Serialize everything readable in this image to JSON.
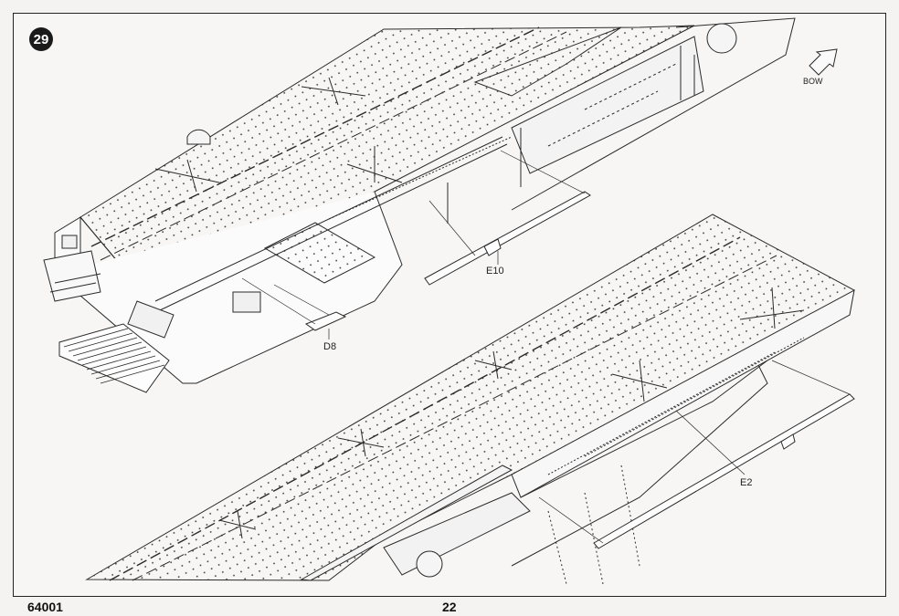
{
  "step_number": "29",
  "direction_label": "BOW",
  "parts": {
    "e10": "E10",
    "d8": "D8",
    "e2": "E2"
  },
  "footer": {
    "kit_number": "64001",
    "page_number": "22"
  },
  "colors": {
    "line": "#2a2a2a",
    "paper": "#f7f6f4"
  }
}
